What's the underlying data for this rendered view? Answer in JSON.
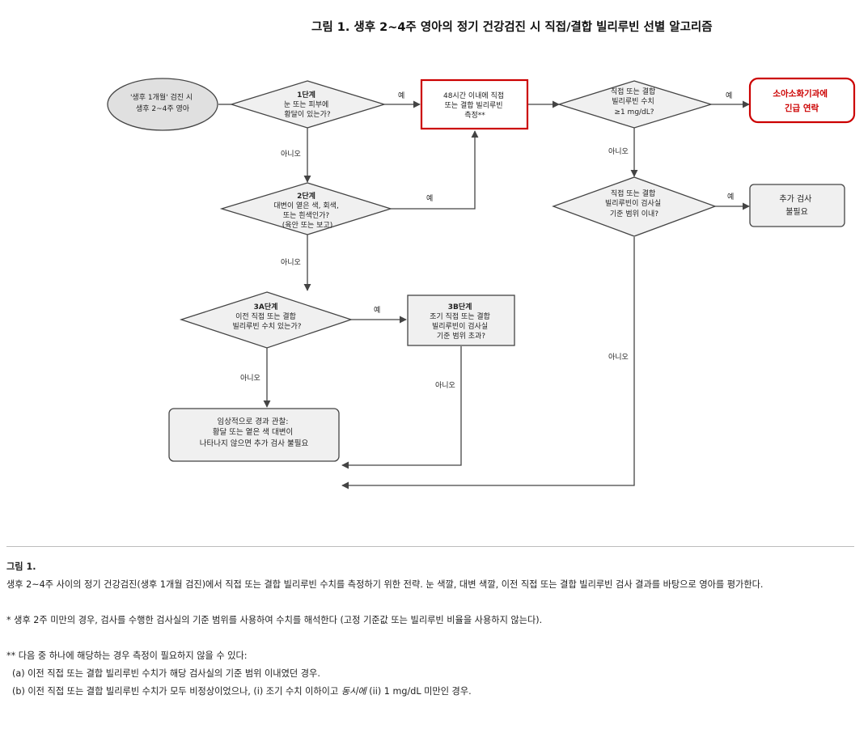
{
  "title": "그림 1. 생후 2~4주 영아의 정기 건강검진 시 직접/결합 빌리루빈 선별 알고리즘",
  "nodes": {
    "start": [
      "'생후 1개월' 검진 시",
      "생후 2~4주 영아"
    ],
    "step1": [
      "1단계",
      "눈 또는 피부에",
      "황달이 있는가?"
    ],
    "measure": [
      "48시간 이내에 직접",
      "또는 결합 빌리루빈",
      "측정**"
    ],
    "check1": [
      "직접 또는 결합",
      "빌리루빈 수치",
      "≥1 mg/dL?"
    ],
    "urgent": [
      "소아소화기과에",
      "긴급 연락"
    ],
    "step2": [
      "2단계",
      "대변이 옅은 색, 회색,",
      "또는 흰색인가?",
      "(육안 또는 보고)"
    ],
    "check2": [
      "직접 또는 결합",
      "빌리루빈이 검사실",
      "기준 범위 이내?"
    ],
    "no_test": [
      "추가 검사",
      "불필요"
    ],
    "step3a": [
      "3A단계",
      "이전 직접 또는 결합",
      "빌리루빈 수치 있는가?"
    ],
    "step3b": [
      "3B단계",
      "조기 직접 또는 결합",
      "빌리루빈이 검사실",
      "기준 범위 초과?"
    ],
    "observe": [
      "임상적으로 경과 관찰:",
      "황달 또는 옅은 색 대변이",
      "나타나지 않으면 추가 검사 불필요"
    ]
  },
  "edge_labels": {
    "yes": "예",
    "no": "아니오"
  },
  "colors": {
    "accent_red": "#cc0000",
    "node_fill": "#f0f0f0",
    "start_fill": "#e0e0e0",
    "stroke": "#444444"
  },
  "caption": {
    "heading": "그림 1.",
    "body": "생후 2~4주 사이의 정기 건강검진(생후 1개월 검진)에서 직접 또는 결합 빌리루빈 수치를 측정하기 위한 전략. 눈 색깔, 대변 색깔, 이전 직접 또는 결합 빌리루빈 검사 결과를 바탕으로 영아를 평가한다.",
    "note1": "* 생후 2주 미만의 경우, 검사를 수행한 검사실의 기준 범위를 사용하여 수치를 해석한다 (고정 기준값 또는 빌리루빈 비율을 사용하지 않는다).",
    "note2": "** 다음 중 하나에 해당하는 경우 측정이 필요하지 않을 수 있다:",
    "note2a": "(a) 이전 직접 또는 결합 빌리루빈 수치가 해당 검사실의 기준 범위 이내였던 경우.",
    "note2b_pre": "(b) 이전 직접 또는 결합 빌리루빈 수치가 모두 비정상이었으나, (i) 조기 수치 이하이고 ",
    "note2b_em": "동시에",
    "note2b_post": " (ii) 1 mg/dL 미만인 경우."
  }
}
